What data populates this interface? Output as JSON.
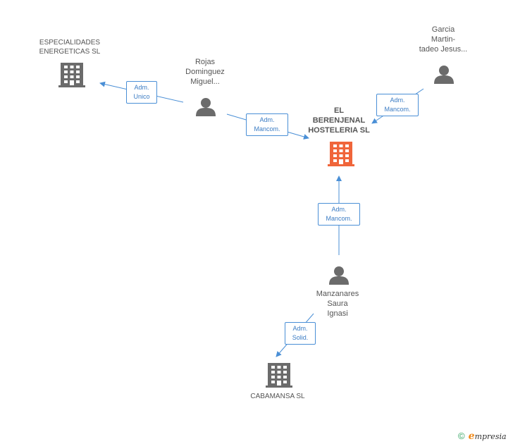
{
  "nodes": {
    "especialidades": {
      "lines": [
        "ESPECIALIDADES",
        "ENERGETICAS SL"
      ],
      "icon": "building-icon",
      "color": "#6b6b6b"
    },
    "rojas": {
      "lines": [
        "Rojas",
        "Dominguez",
        "Miguel..."
      ],
      "icon": "person-icon",
      "color": "#6b6b6b"
    },
    "garcia": {
      "lines": [
        "Garcia",
        "Martin-",
        "tadeo Jesus..."
      ],
      "icon": "person-icon",
      "color": "#6b6b6b"
    },
    "main": {
      "lines": [
        "EL",
        "BERENJENAL",
        "HOSTELERIA SL"
      ],
      "icon": "building-icon",
      "color": "#f0653a"
    },
    "manzanares": {
      "lines": [
        "Manzanares",
        "Saura",
        "Ignasi"
      ],
      "icon": "person-icon",
      "color": "#6b6b6b"
    },
    "cabamansa": {
      "lines": [
        "CABAMANSA SL"
      ],
      "icon": "building-icon",
      "color": "#6b6b6b"
    }
  },
  "edges": {
    "rojas_especialidades": {
      "lines": [
        "Adm.",
        "Unico"
      ]
    },
    "rojas_main": {
      "lines": [
        "Adm.",
        "Mancom."
      ]
    },
    "garcia_main": {
      "lines": [
        "Adm.",
        "Mancom."
      ]
    },
    "manzanares_main": {
      "lines": [
        "Adm.",
        "Mancom."
      ]
    },
    "manzanares_cabamansa": {
      "lines": [
        "Adm.",
        "Solid."
      ]
    }
  },
  "colors": {
    "edge": "#4a8fd6",
    "accent": "#f0653a",
    "node": "#6b6b6b"
  },
  "footer": {
    "copyright": "©",
    "brand_initial": "e",
    "brand_rest": "mpresia"
  }
}
